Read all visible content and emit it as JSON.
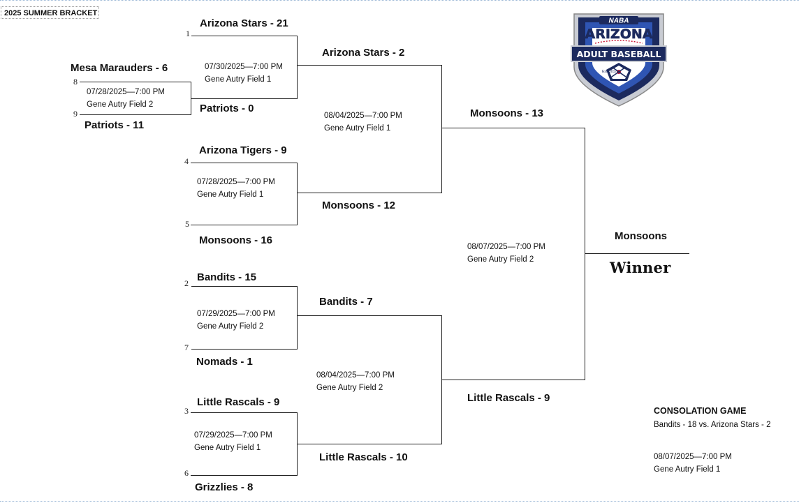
{
  "title": "2025 SUMMER BRACKET",
  "logo": {
    "top_text": "NABA",
    "main_text": "ARIZONA",
    "banner_text": "ADULT BASEBALL",
    "est_text": "Est. 2017",
    "colors": {
      "navy": "#1c2a5e",
      "blue": "#2f55b3",
      "red": "#c8102e",
      "silver": "#c9ccd3"
    }
  },
  "round1": {
    "play_in": {
      "top_team": "Mesa Marauders  -  6",
      "top_seed": "8",
      "bottom_team": "Patriots  -  11",
      "bottom_seed": "9",
      "date": "07/28/2025—7:00 PM",
      "field": "Gene Autry Field 2"
    },
    "game_stars": {
      "top_team": "Arizona Stars  -  21",
      "top_seed": "1",
      "bottom_team": "Patriots  -  0",
      "date": "07/30/2025—7:00 PM",
      "field": "Gene Autry Field 1"
    },
    "game_tigers": {
      "top_team": "Arizona Tigers  -  9",
      "top_seed": "4",
      "bottom_team": "Monsoons  -  16",
      "bottom_seed": "5",
      "date": "07/28/2025—7:00 PM",
      "field": "Gene Autry Field 1"
    },
    "game_bandits": {
      "top_team": "Bandits  -  15",
      "top_seed": "2",
      "bottom_team": "Nomads  -  1",
      "bottom_seed": "7",
      "date": "07/29/2025—7:00 PM",
      "field": "Gene Autry Field 2"
    },
    "game_rascals": {
      "top_team": "Little Rascals  -  9",
      "top_seed": "3",
      "bottom_team": "Grizzlies  -  8",
      "bottom_seed": "6",
      "date": "07/29/2025—7:00 PM",
      "field": "Gene Autry Field 1"
    }
  },
  "semis": {
    "top": {
      "top_team": "Arizona Stars  -  2",
      "bottom_team": "Monsoons  -  12",
      "date": "08/04/2025—7:00 PM",
      "field": "Gene Autry Field 1"
    },
    "bottom": {
      "top_team": "Bandits  -  7",
      "bottom_team": "Little Rascals  -  10",
      "date": "08/04/2025—7:00 PM",
      "field": "Gene Autry Field 2"
    }
  },
  "final": {
    "top_team": "Monsoons   -  13",
    "bottom_team": "Little Rascals  -  9",
    "date": "08/07/2025—7:00 PM",
    "field": "Gene Autry Field 2"
  },
  "winner": {
    "name": "Monsoons",
    "label": "Winner"
  },
  "consolation": {
    "title": "CONSOLATION GAME",
    "result": "Bandits  - 18  vs. Arizona Stars  - 2",
    "date": "08/07/2025—7:00 PM",
    "field": "Gene Autry Field 1"
  }
}
